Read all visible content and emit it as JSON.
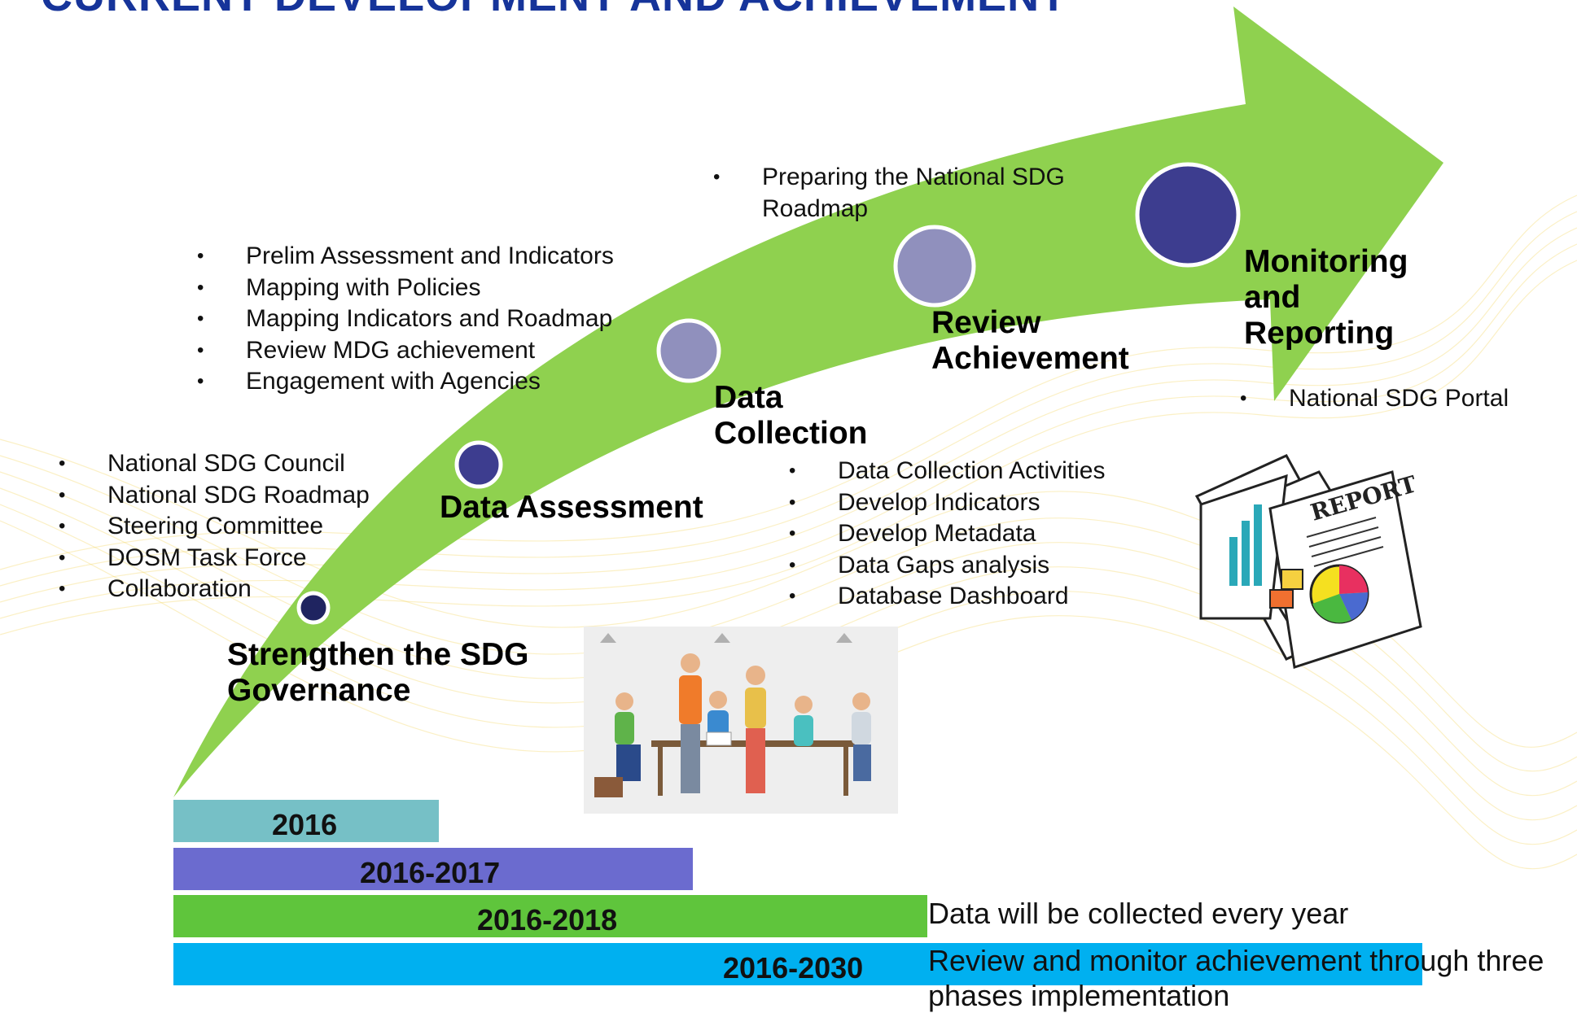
{
  "title": "CURRENT DEVELOPMENT AND ACHIEVEMENT",
  "colors": {
    "arrow": "#8fd14f",
    "title": "#16349a",
    "bar_2016": "#76c0c6",
    "bar_2016_2017": "#6b6bcf",
    "bar_2016_2018": "#5fc53c",
    "bar_2016_2030": "#00b0f0",
    "circle_dark": "#3d3d8f",
    "circle_light": "#9090bd",
    "circle_darkest": "#1f2460"
  },
  "stages": [
    {
      "name_lines": [
        "Strengthen the SDG",
        "Governance"
      ],
      "bullets": [
        "National SDG Council",
        "National SDG Roadmap",
        "Steering Committee",
        "DOSM Task Force",
        "Collaboration"
      ]
    },
    {
      "name_lines": [
        "Data Assessment"
      ],
      "bullets": [
        "Prelim Assessment and Indicators",
        "Mapping with Policies",
        "Mapping Indicators and Roadmap",
        "Review MDG achievement",
        "Engagement with Agencies"
      ]
    },
    {
      "name_lines": [
        "Data",
        "Collection"
      ],
      "bullets": [
        "Data Collection Activities",
        "Develop Indicators",
        "Develop Metadata",
        "Data Gaps analysis",
        "Database Dashboard"
      ]
    },
    {
      "name_lines": [
        "Review",
        "Achievement"
      ],
      "bullets": [
        "Preparing the National SDG",
        "Roadmap"
      ]
    },
    {
      "name_lines": [
        "Monitoring",
        "and",
        "Reporting"
      ],
      "bullets": [
        "National SDG Portal"
      ]
    }
  ],
  "timeline": [
    {
      "label": "2016"
    },
    {
      "label": "2016-2017"
    },
    {
      "label": "2016-2018",
      "note": "Data will be collected every year"
    },
    {
      "label": "2016-2030",
      "note_lines": [
        "Review and monitor achievement through three",
        "phases implementation"
      ]
    }
  ],
  "report_illustration": {
    "text": "REPORT"
  }
}
